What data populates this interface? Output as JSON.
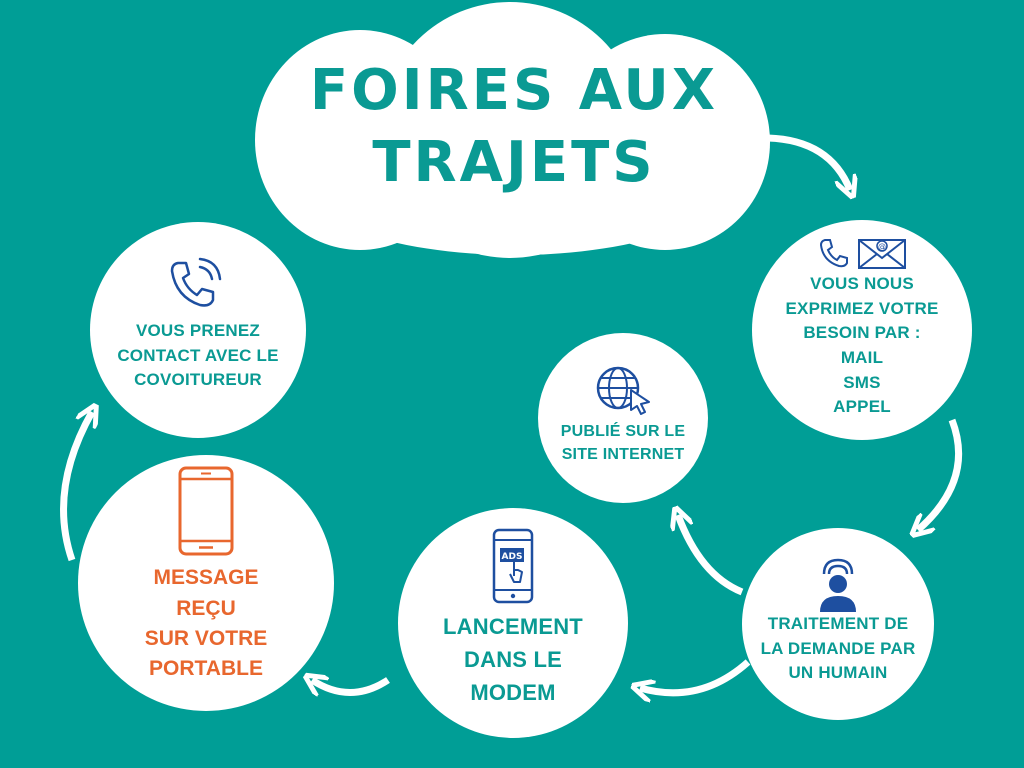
{
  "colors": {
    "background": "#009e96",
    "circle": "#ffffff",
    "teal_text": "#0a9a93",
    "orange_text": "#e8672e",
    "icon_blue": "#1e4fa0",
    "arrow": "#ffffff"
  },
  "title": {
    "line1": "FOIRES AUX",
    "line2": "TRAJETS"
  },
  "steps": {
    "express": {
      "icons": [
        "phone-icon",
        "email-icon"
      ],
      "lines": [
        "VOUS NOUS",
        "EXPRIMEZ VOTRE",
        "BESOIN PAR :",
        "MAIL",
        "SMS",
        "APPEL"
      ]
    },
    "treatment": {
      "icon": "human-operator-icon",
      "lines": [
        "TRAITEMENT DE",
        "LA DEMANDE PAR",
        "UN HUMAIN"
      ]
    },
    "published": {
      "icon": "globe-cursor-icon",
      "lines": [
        "PUBLIÉ SUR LE",
        "SITE INTERNET"
      ]
    },
    "launch": {
      "icon": "mobile-ads-icon",
      "lines": [
        "LANCEMENT",
        "DANS LE",
        "MODEM"
      ]
    },
    "message": {
      "icon": "smartphone-icon",
      "lines": [
        "MESSAGE",
        "REÇU",
        "SUR VOTRE",
        "PORTABLE"
      ]
    },
    "contact": {
      "icon": "phone-calling-icon",
      "lines": [
        "VOUS PRENEZ",
        "CONTACT AVEC LE",
        "COVOITUREUR"
      ]
    }
  }
}
